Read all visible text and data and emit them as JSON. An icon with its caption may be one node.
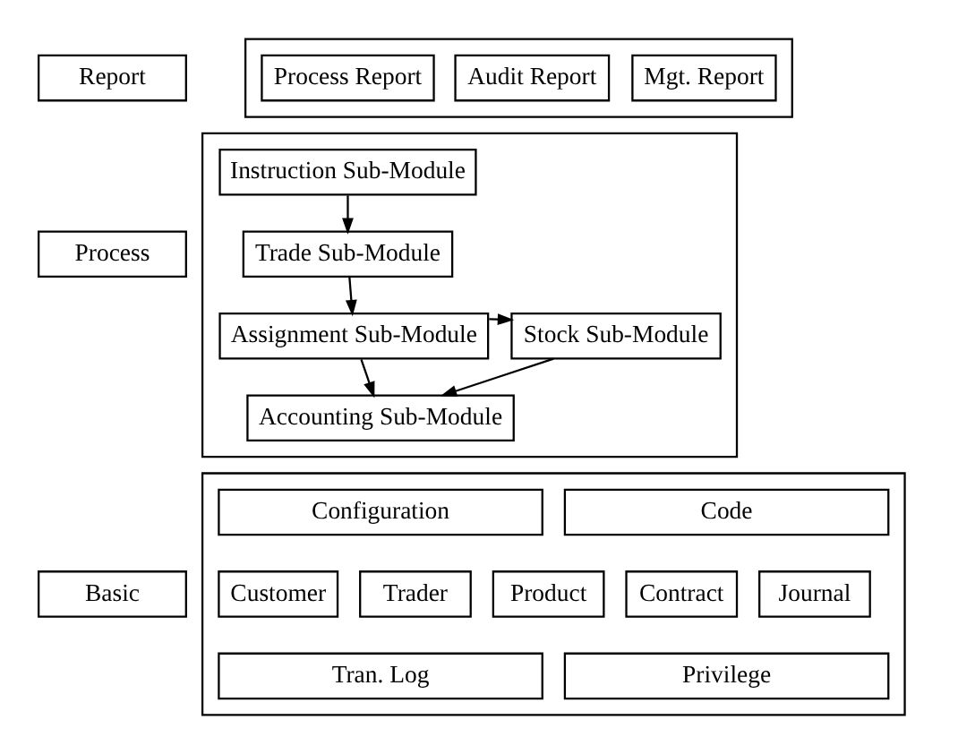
{
  "diagram": {
    "nodes": [
      {
        "text": [
          "Report"
        ]
      },
      {
        "text": [],
        "shape": "box"
      },
      {
        "text": [
          "Process Report"
        ],
        "in": 1
      },
      {
        "text": [
          "Audit Report"
        ],
        "in": 1
      },
      {
        "text": [
          "Mgt. Report"
        ],
        "in": 1
      },
      {
        "text": [
          "Process"
        ]
      },
      {
        "text": [],
        "shape": "box"
      },
      {
        "text": [
          "Instruction Sub-Module"
        ],
        "in": 6
      },
      {
        "text": [
          "Trade Sub-Module"
        ],
        "in": 6
      },
      {
        "text": [
          "Assignment Sub-Module"
        ],
        "in": 6
      },
      {
        "text": [
          "Stock Sub-Module"
        ],
        "in": 6
      },
      {
        "text": [
          "Accounting Sub-Module"
        ],
        "in": 6
      },
      {
        "text": [
          "Basic"
        ]
      },
      {
        "text": [],
        "shape": "box"
      },
      {
        "text": [
          "Configuration"
        ],
        "in": 13
      },
      {
        "text": [
          "Code"
        ],
        "in": 13
      },
      {
        "text": [
          "Customer"
        ],
        "in": 13
      },
      {
        "text": [
          "Trader"
        ],
        "in": 13
      },
      {
        "text": [
          "Product"
        ],
        "in": 13
      },
      {
        "text": [
          "Contract"
        ],
        "in": 13
      },
      {
        "text": [
          "Journal"
        ],
        "in": 13
      },
      {
        "text": [
          "Tran. Log"
        ],
        "in": 13
      },
      {
        "text": [
          "Privilege"
        ],
        "in": 13
      }
    ],
    "edges": [
      {
        "from": 7,
        "to": 8,
        "arrow": "to"
      },
      {
        "from": 8,
        "to": 9,
        "arrow": "to"
      },
      {
        "from": 9,
        "to": 10,
        "arrow": "to"
      },
      {
        "from": 9,
        "to": 11,
        "arrow": "to"
      },
      {
        "from": 10,
        "to": 11,
        "arrow": "to"
      }
    ]
  }
}
